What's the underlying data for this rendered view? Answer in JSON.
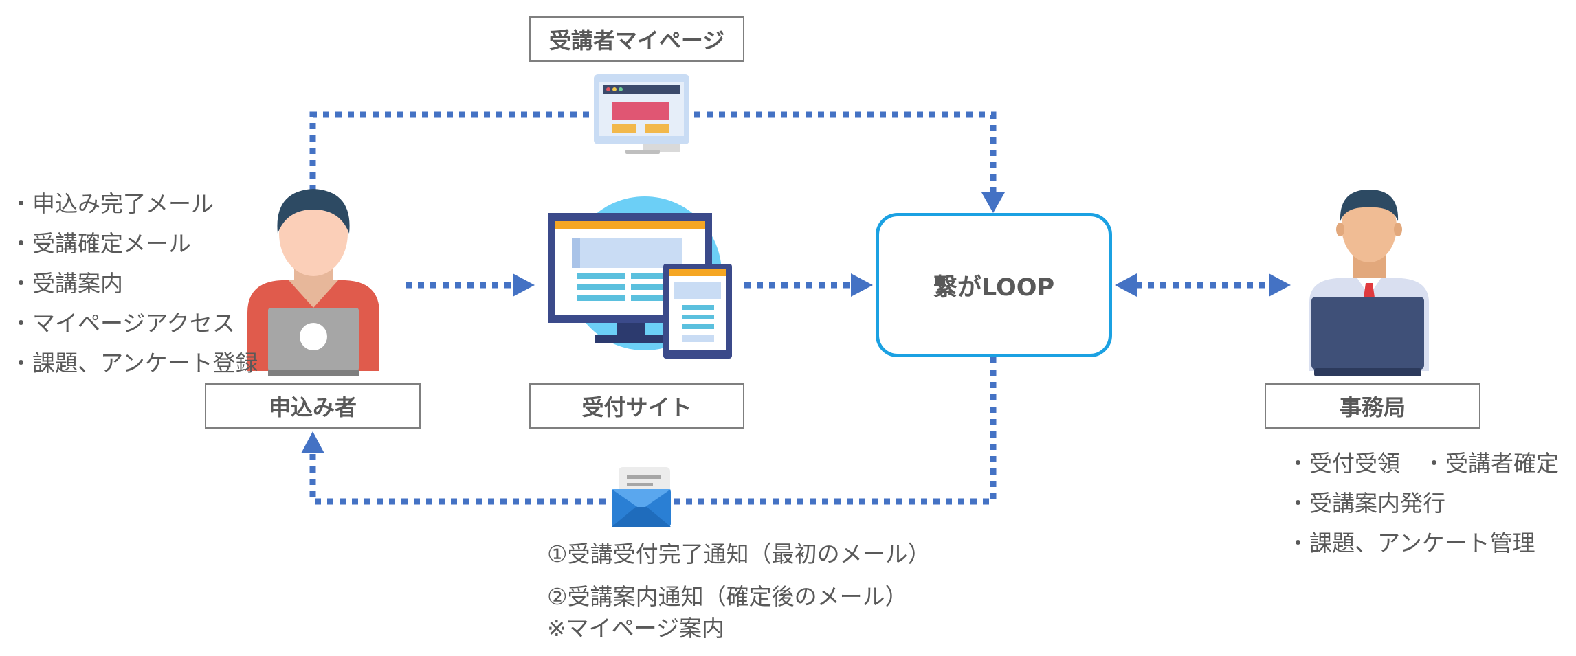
{
  "labels": {
    "mypage": "受講者マイページ",
    "applicant": "申込み者",
    "reception_site": "受付サイト",
    "secretariat": "事務局",
    "loop": "繋がLOOP"
  },
  "applicant_list": [
    "・申込み完了メール",
    "・受講確定メール",
    "・受講案内",
    "・マイページアクセス",
    "・課題、アンケート登録"
  ],
  "secretariat_list": [
    "・受付受領　・受講者確定",
    "・受講案内発行",
    "・課題、アンケート管理"
  ],
  "notices": {
    "first": "①受講受付完了通知（最初のメール）",
    "second": "②受講案内通知（確定後のメール）",
    "second_note": "※マイページ案内"
  },
  "colors": {
    "arrow": "#4472c4",
    "loop_border": "#1ba1e2",
    "box_border": "#7f7f7f",
    "text": "#595959"
  },
  "icons": [
    "applicant-person-laptop-icon",
    "web-devices-icon",
    "mypage-monitor-icon",
    "mail-envelope-icon",
    "secretariat-person-laptop-icon"
  ]
}
